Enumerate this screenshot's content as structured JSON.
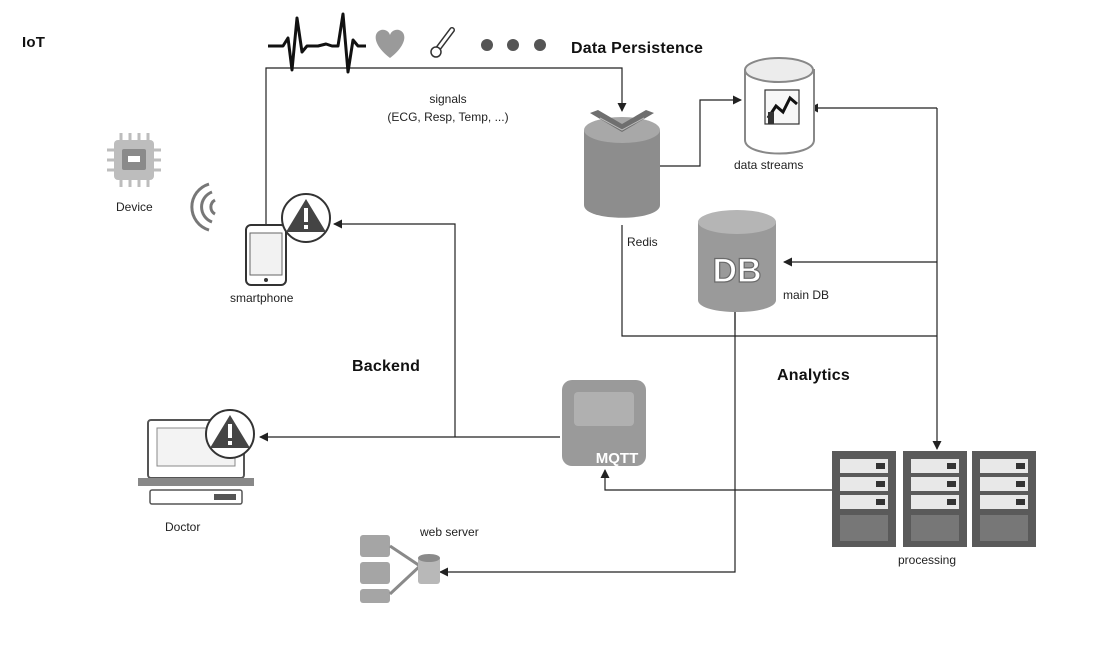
{
  "sections": {
    "iot": "IoT",
    "data_persistence": "Data Persistence",
    "backend": "Backend",
    "analytics": "Analytics"
  },
  "labels": {
    "device": "Device",
    "smartphone": "smartphone",
    "signals_line1": "signals",
    "signals_line2": "(ECG, Resp, Temp, ...)",
    "redis": "Redis",
    "data_streams": "data streams",
    "main_db": "main DB",
    "db_badge": "DB",
    "doctor": "Doctor",
    "web_server": "web server",
    "processing": "processing",
    "mqtt_badge": "MQTT"
  },
  "icons": [
    "ecg-waveform-icon",
    "heart-icon",
    "thermometer-icon",
    "dots-icon",
    "chip-icon",
    "wifi-icon",
    "smartphone-icon",
    "alert-icon",
    "redis-icon",
    "datastream-icon",
    "database-icon",
    "mqtt-icon",
    "monitor-icon",
    "webserver-icon",
    "server-rack-icon"
  ],
  "colors": {
    "line": "#222222",
    "icon_gray": "#8a8a8a",
    "icon_dark": "#3b3b3b"
  }
}
